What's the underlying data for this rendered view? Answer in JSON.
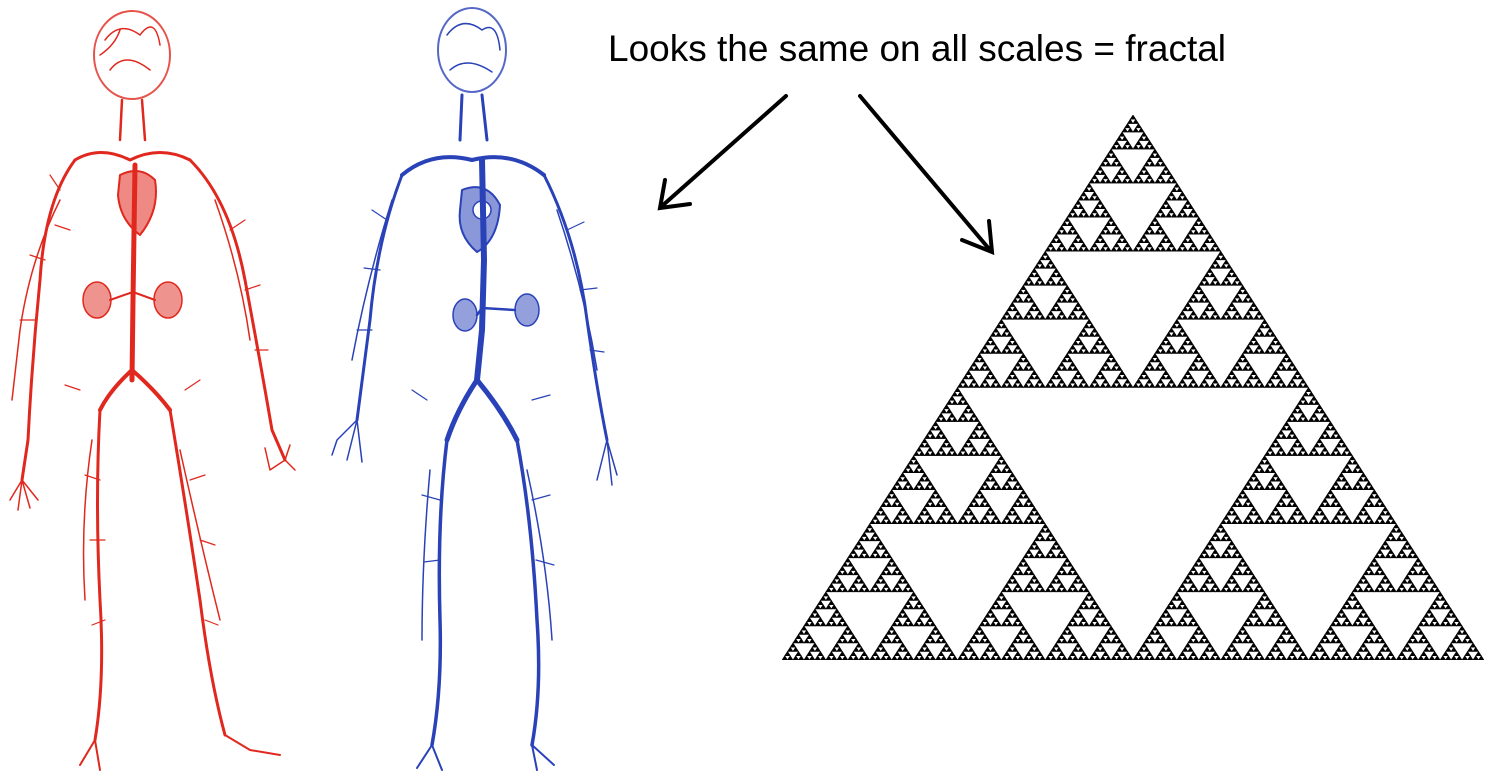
{
  "caption": "Looks the same on all scales = fractal",
  "colors": {
    "arteries": "#e0281e",
    "veins": "#2a42b8",
    "fractal": "#000000",
    "background": "#ffffff"
  },
  "figures": [
    "arterial-system-figure",
    "venous-system-figure",
    "sierpinski-triangle"
  ],
  "fractal_depth": 7
}
